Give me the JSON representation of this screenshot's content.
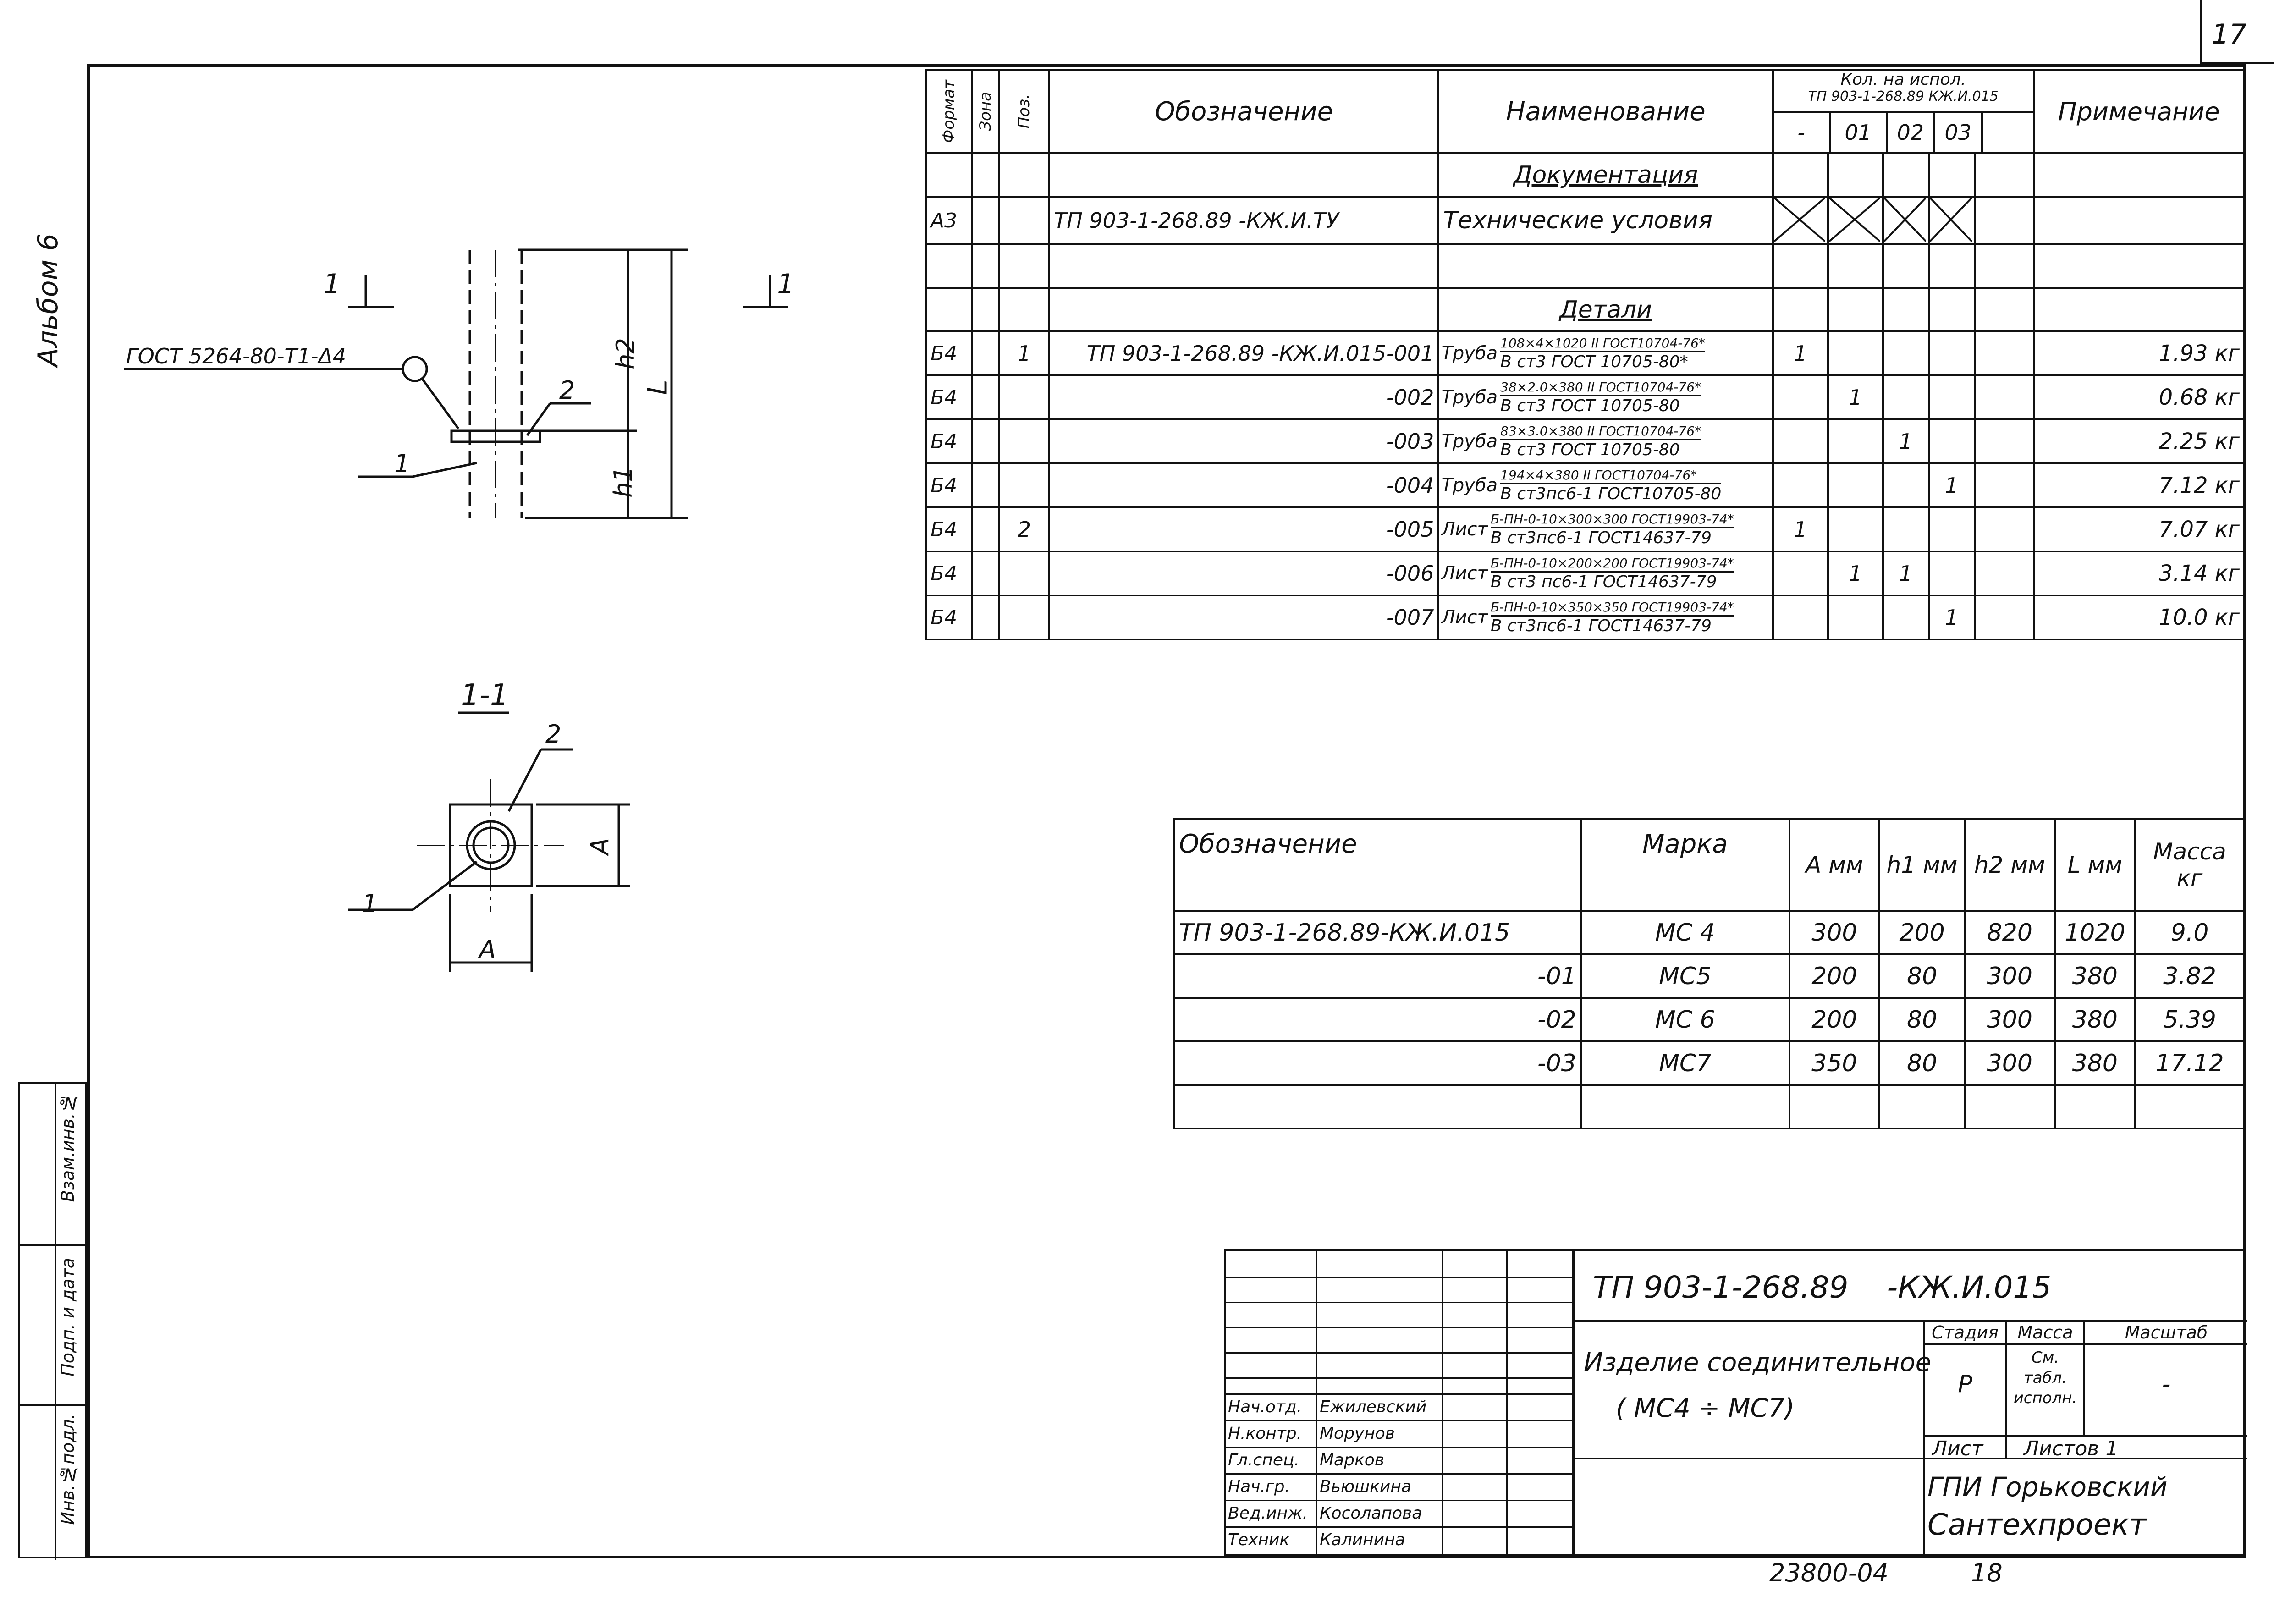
{
  "sheet_number": "17",
  "album_label": "Альбом 6",
  "side_stamp": [
    "Инв.№подл.",
    "Подп. и дата",
    "Взам.инв.№"
  ],
  "drawing": {
    "section_mark": "1",
    "gost_label": "ГОСТ 5264-80-Т1-Δ4",
    "labels": {
      "pos1": "1",
      "pos2": "2",
      "h1": "h1",
      "h2": "h2",
      "L": "L"
    },
    "section_title": "1-1",
    "section_pos1": "1",
    "section_pos2": "2",
    "dim_A": "A"
  },
  "spec_table": {
    "headers": {
      "format": "Формат",
      "zone": "Зона",
      "pos": "Поз.",
      "designation": "Обозначение",
      "name": "Наименование",
      "qty_title_1": "Кол. на испол.",
      "qty_title_2": "ТП 903-1-268.89 КЖ.И.015",
      "qty_cols": [
        "-",
        "01",
        "02",
        "03",
        ""
      ],
      "note": "Примечание"
    },
    "section_docs": "Документация",
    "doc_row": {
      "format": "А3",
      "designation": "ТП 903-1-268.89 -КЖ.И.ТУ",
      "name": "Технические условия"
    },
    "section_parts": "Детали",
    "rows": [
      {
        "format": "Б4",
        "pos": "1",
        "designation": "ТП 903-1-268.89 -КЖ.И.015-001",
        "name_main": "Труба",
        "name_top": "108×4×1020 II ГОСТ10704-76*",
        "name_bot": "В ст3 ГОСТ 10705-80*",
        "q": [
          "1",
          "",
          "",
          "",
          ""
        ],
        "note": "1.93 кг"
      },
      {
        "format": "Б4",
        "pos": "",
        "designation": "-002",
        "name_main": "Труба",
        "name_top": "38×2.0×380 II ГОСТ10704-76*",
        "name_bot": "В ст3 ГОСТ 10705-80",
        "q": [
          "",
          "1",
          "",
          "",
          ""
        ],
        "note": "0.68 кг"
      },
      {
        "format": "Б4",
        "pos": "",
        "designation": "-003",
        "name_main": "Труба",
        "name_top": "83×3.0×380 II ГОСТ10704-76*",
        "name_bot": "В ст3 ГОСТ 10705-80",
        "q": [
          "",
          "",
          "1",
          "",
          ""
        ],
        "note": "2.25 кг"
      },
      {
        "format": "Б4",
        "pos": "",
        "designation": "-004",
        "name_main": "Труба",
        "name_top": "194×4×380 II ГОСТ10704-76*",
        "name_bot": "В ст3пс6-1 ГОСТ10705-80",
        "q": [
          "",
          "",
          "",
          "1",
          ""
        ],
        "note": "7.12 кг"
      },
      {
        "format": "Б4",
        "pos": "2",
        "designation": "-005",
        "name_main": "Лист",
        "name_top": "Б-ПН-0-10×300×300 ГОСТ19903-74*",
        "name_bot": "В ст3пс6-1 ГОСТ14637-79",
        "q": [
          "1",
          "",
          "",
          "",
          ""
        ],
        "note": "7.07 кг"
      },
      {
        "format": "Б4",
        "pos": "",
        "designation": "-006",
        "name_main": "Лист",
        "name_top": "Б-ПН-0-10×200×200 ГОСТ19903-74*",
        "name_bot": "В ст3 пс6-1 ГОСТ14637-79",
        "q": [
          "",
          "1",
          "1",
          "",
          ""
        ],
        "note": "3.14 кг"
      },
      {
        "format": "Б4",
        "pos": "",
        "designation": "-007",
        "name_main": "Лист",
        "name_top": "Б-ПН-0-10×350×350 ГОСТ19903-74*",
        "name_bot": "В ст3пс6-1 ГОСТ14637-79",
        "q": [
          "",
          "",
          "",
          "1",
          ""
        ],
        "note": "10.0 кг"
      }
    ]
  },
  "marks_table": {
    "headers": [
      "Обозначение",
      "Марка",
      "A мм",
      "h1 мм",
      "h2 мм",
      "L мм",
      "Масса кг"
    ],
    "rows": [
      [
        "ТП 903-1-268.89-КЖ.И.015",
        "МС 4",
        "300",
        "200",
        "820",
        "1020",
        "9.0"
      ],
      [
        "-01",
        "МС5",
        "200",
        "80",
        "300",
        "380",
        "3.82"
      ],
      [
        "-02",
        "МС 6",
        "200",
        "80",
        "300",
        "380",
        "5.39"
      ],
      [
        "-03",
        "МС7",
        "350",
        "80",
        "300",
        "380",
        "17.12"
      ],
      [
        "",
        "",
        "",
        "",
        "",
        "",
        ""
      ]
    ]
  },
  "title_block": {
    "doc_code": "ТП 903-1-268.89    -КЖ.И.015",
    "title_line1": "Изделие соединительное",
    "title_line2": "( МС4 ÷ МС7)",
    "stage_label": "Стадия",
    "mass_label": "Масса",
    "scale_label": "Масштаб",
    "stage_value": "Р",
    "mass_value": "См. табл. исполн.",
    "scale_value": "-",
    "sheet_label": "Лист",
    "sheets_label": "Листов 1",
    "org_line1": "ГПИ Горьковский",
    "org_line2": "Сантехпроект",
    "signers": [
      {
        "role": "Нач.отд.",
        "name": "Ежилевский"
      },
      {
        "role": "Н.контр.",
        "name": "Морунов"
      },
      {
        "role": "Гл.спец.",
        "name": "Марков"
      },
      {
        "role": "Нач.гр.",
        "name": "Вьюшкина"
      },
      {
        "role": "Вед.инж.",
        "name": "Косолапова"
      },
      {
        "role": "Техник",
        "name": "Калинина"
      }
    ]
  },
  "footer": {
    "code": "23800-04",
    "page": "18"
  }
}
